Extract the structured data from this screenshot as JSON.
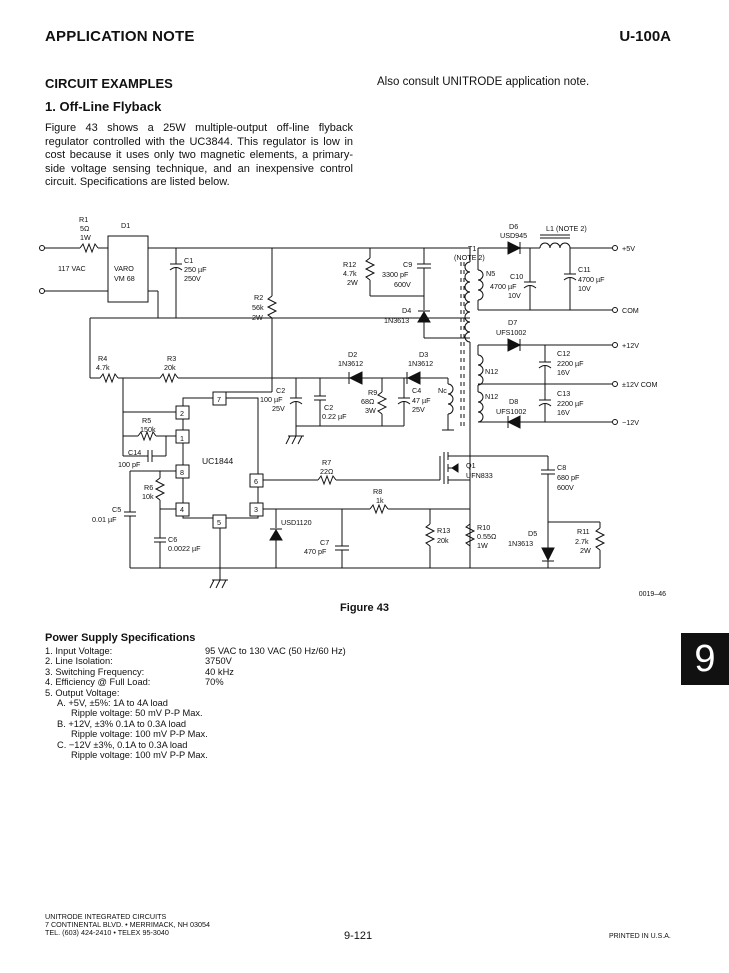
{
  "header": {
    "left": "APPLICATION NOTE",
    "right": "U-100A"
  },
  "section_title": "CIRCUIT EXAMPLES",
  "also_consult": "Also consult UNITRODE application note.",
  "subsection_title": "1. Off-Line Flyback",
  "intro_text": "Figure 43 shows a 25W multiple-output off-line flyback regulator controlled with the UC3844. This regulator is low in cost because it uses only two magnetic elements, a primary-side voltage sensing technique, and an inexpensive control circuit. Specifications are listed below.",
  "schematic": {
    "r1": [
      "R1",
      "5Ω",
      "1W"
    ],
    "d1": "D1",
    "bridge": [
      "VARO",
      "VM 68"
    ],
    "ac_in": "117 VAC",
    "c1": [
      "C1",
      "250 µF",
      "250V"
    ],
    "r12": [
      "R12",
      "4.7k",
      "2W"
    ],
    "c9": [
      "C9",
      "3300 pF",
      "600V"
    ],
    "t1": [
      "T1",
      "(NOTE 2)"
    ],
    "d6": [
      "D6",
      "USD945"
    ],
    "l1": "L1 (NOTE 2)",
    "n5": "N5",
    "c10": [
      "C10",
      "4700 µF",
      "10V"
    ],
    "c11": [
      "C11",
      "4700 µF",
      "10V"
    ],
    "out_5v": "+5V",
    "com": "COM",
    "r2": [
      "R2",
      "56k",
      "2W"
    ],
    "d4": [
      "D4",
      "1N3613"
    ],
    "d7": [
      "D7",
      "UFS1002"
    ],
    "out_12v": "+12V",
    "c12": [
      "C12",
      "2200 µF",
      "16V"
    ],
    "n12": "N12",
    "out_12com": "±12V COM",
    "c13": [
      "C13",
      "2200 µF",
      "16V"
    ],
    "d8": [
      "D8",
      "UFS1002"
    ],
    "out_m12v": "−12V",
    "r4": [
      "R4",
      "4.7k"
    ],
    "r3": [
      "R3",
      "20k"
    ],
    "d2": [
      "D2",
      "1N3612"
    ],
    "d3": [
      "D3",
      "1N3612"
    ],
    "c2a": [
      "C2",
      "100 µF",
      "25V"
    ],
    "c2b": [
      "C2",
      "0.22 µF"
    ],
    "r9": [
      "R9",
      "68Ω",
      "3W"
    ],
    "c4": [
      "C4",
      "47 µF",
      "25V"
    ],
    "nc": "Nc",
    "r5": [
      "R5",
      "150k"
    ],
    "c14": [
      "C14",
      "100 pF"
    ],
    "ic": "UC1844",
    "pins": [
      "1",
      "2",
      "3",
      "4",
      "5",
      "6",
      "7",
      "8"
    ],
    "r6": [
      "R6",
      "10k"
    ],
    "c5": [
      "C5",
      "0.01 µF"
    ],
    "c6": [
      "C6",
      "0.0022 µF"
    ],
    "usd": "USD1120",
    "c7": [
      "C7",
      "470 pF"
    ],
    "r7": [
      "R7",
      "22Ω"
    ],
    "r8": [
      "R8",
      "1k"
    ],
    "q1": [
      "Q1",
      "UFN833"
    ],
    "c8": [
      "C8",
      "680 pF",
      "600V"
    ],
    "r13": [
      "R13",
      "20k"
    ],
    "r10": [
      "R10",
      "0.55Ω",
      "1W"
    ],
    "d5": [
      "D5",
      "1N3613"
    ],
    "r11": [
      "R11",
      "2.7k",
      "2W"
    ]
  },
  "figure_caption": "Figure 43",
  "figure_id": "0019–46",
  "tab_number": "9",
  "specs": {
    "title": "Power Supply Specifications",
    "items": [
      {
        "label": "1. Input Voltage:",
        "value": "95 VAC to 130 VAC (50 Hz/60 Hz)"
      },
      {
        "label": "2. Line Isolation:",
        "value": "3750V"
      },
      {
        "label": "3. Switching Frequency:",
        "value": "40 kHz"
      },
      {
        "label": "4. Efficiency @ Full Load:",
        "value": "70%"
      },
      {
        "label": "5. Output Voltage:",
        "value": ""
      }
    ],
    "outputs": [
      {
        "main": "A. +5V, ±5%: 1A to 4A load",
        "ripple": "Ripple voltage: 50 mV P-P Max."
      },
      {
        "main": "B. +12V, ±3% 0.1A to 0.3A load",
        "ripple": "Ripple voltage: 100 mV P-P Max."
      },
      {
        "main": "C. −12V ±3%, 0.1A to 0.3A load",
        "ripple": "Ripple voltage: 100 mV P-P Max."
      }
    ]
  },
  "footer": {
    "line1": "UNITRODE INTEGRATED CIRCUITS",
    "line2": "7 CONTINENTAL BLVD. • MERRIMACK, NH 03054",
    "line3": "TEL. (603) 424-2410 • TELEX 95-3040",
    "page": "9-121",
    "printed": "PRINTED IN U.S.A."
  }
}
